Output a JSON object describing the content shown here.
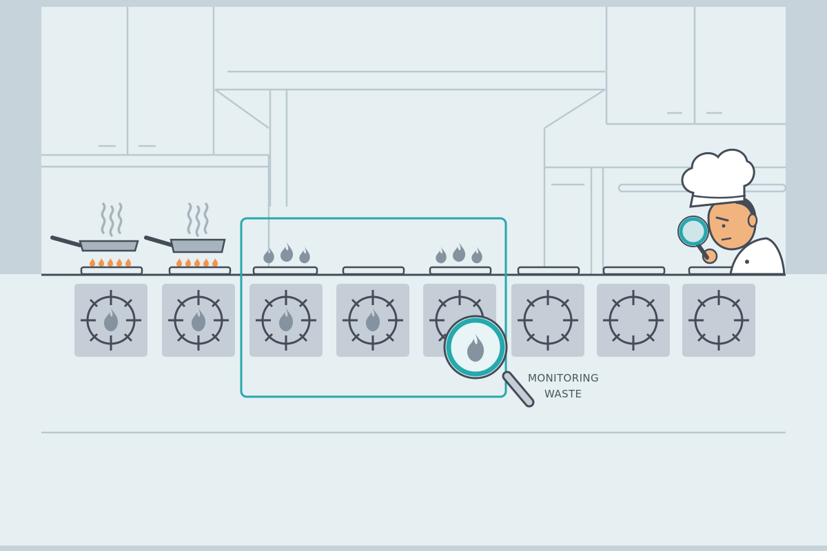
{
  "annotation": {
    "line1": "MONITORING",
    "line2": "WASTE"
  },
  "burners": [
    {
      "status": "cooking"
    },
    {
      "status": "cooking"
    },
    {
      "status": "idle-flame"
    },
    {
      "status": "idle-flame"
    },
    {
      "status": "idle-flame"
    },
    {
      "status": "off"
    },
    {
      "status": "off"
    },
    {
      "status": "off"
    }
  ],
  "icons": {
    "pan": "frying-pan-icon",
    "steam": "steam-icon",
    "flame": "flame-icon",
    "magnifier": "magnifying-glass-icon",
    "chef": "chef-icon"
  },
  "colors": {
    "background": "#e6eff2",
    "wall_frame": "#c7d3da",
    "line": "#b9c9d2",
    "highlight": "#25a9ad",
    "flame_orange": "#f3944a",
    "flame_gray": "#8593a0",
    "knob_panel": "#c5ced6",
    "outline": "#434c57",
    "skin": "#f2b47f"
  }
}
